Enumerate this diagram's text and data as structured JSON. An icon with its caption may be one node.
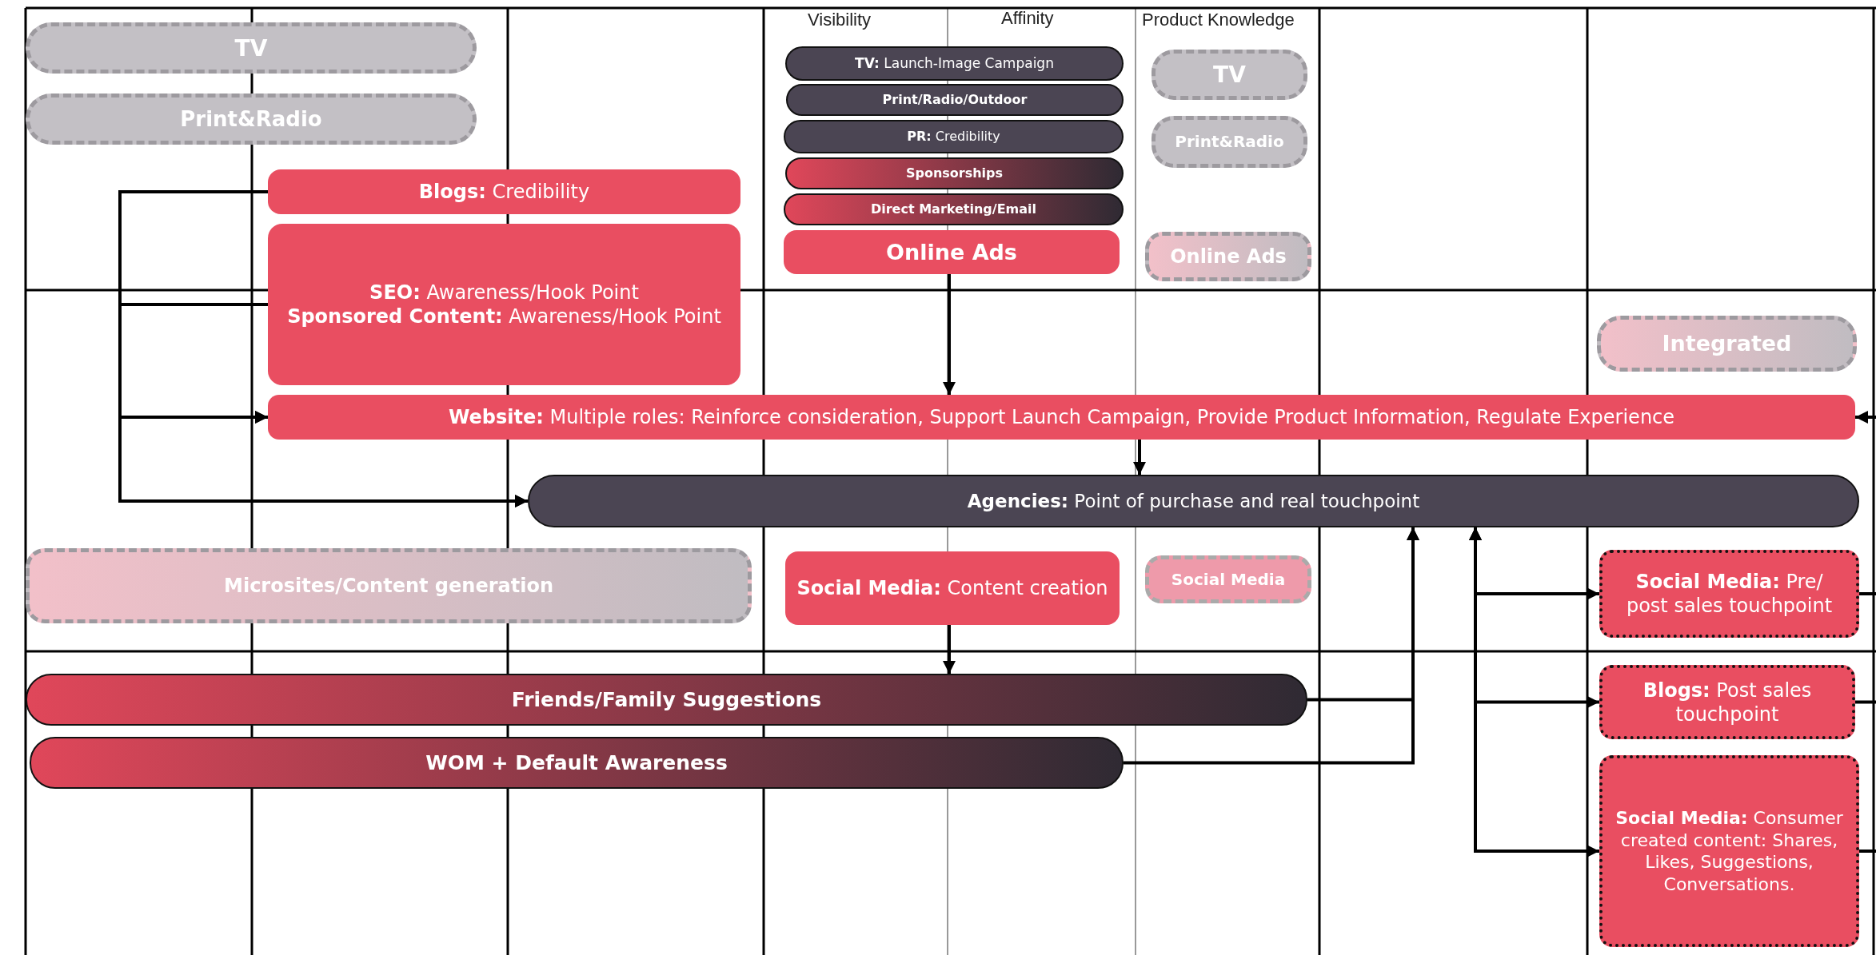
{
  "diagram": {
    "nodes": [
      {
        "text": [
          "TV"
        ]
      },
      {
        "text": [
          "**TV:** Launch-Image Campaign"
        ]
      },
      {
        "text": [
          "TV"
        ]
      },
      {
        "text": [
          "Print&Radio"
        ]
      },
      {
        "text": [
          "Print/Radio/Outdoor"
        ]
      },
      {
        "text": [
          "Print&Radio"
        ]
      },
      {
        "text": [
          "**PR:** Credibility"
        ]
      },
      {
        "text": [
          "**Blogs:** Credibility"
        ]
      },
      {
        "text": [
          "Sponsorships"
        ]
      },
      {
        "text": [
          "Direct Marketing/Email"
        ]
      },
      {
        "text": [
          "**SEO:** Awareness/Hook Point",
          "**Sponsored Content:** Awareness/Hook Point"
        ]
      },
      {
        "text": [
          "Online Ads"
        ]
      },
      {
        "text": [
          "Online Ads"
        ]
      },
      {
        "text": [
          "Integrated"
        ]
      },
      {
        "text": [
          "**Website:** Multiple roles: Reinforce consideration, Support Launch Campaign, Provide Product Information, Regulate Experience"
        ]
      },
      {
        "text": [
          "**Agencies:** Point of purchase and real touchpoint"
        ]
      },
      {
        "text": [
          "Microsites/Content generation"
        ]
      },
      {
        "text": [
          "**Social Media:** Content creation"
        ]
      },
      {
        "text": [
          "Social Media"
        ]
      },
      {
        "text": [
          "**Social Media:** Pre/ post sales touchpoint"
        ]
      },
      {
        "text": [
          "Friends/Family Suggestions"
        ]
      },
      {
        "text": [
          "**Blogs:** Post sales touchpoint"
        ]
      },
      {
        "text": [
          "WOM + Default Awareness"
        ]
      },
      {
        "text": [
          "**Social Media:** Consumer created content: Shares, Likes, Suggestions, Conversations."
        ]
      }
    ],
    "edges": [
      {
        "from": 7,
        "to": 14,
        "arrow": "to"
      },
      {
        "from": 7,
        "to": 15,
        "arrow": "to"
      },
      {
        "from": 10,
        "to": 14,
        "arrow": "to"
      },
      {
        "from": 10,
        "to": 15,
        "arrow": "to"
      },
      {
        "from": 11,
        "to": 14,
        "arrow": "to"
      },
      {
        "from": 14,
        "to": 15,
        "arrow": "to"
      },
      {
        "from": 17,
        "to": 20,
        "arrow": "to"
      },
      {
        "from": 20,
        "to": 15,
        "arrow": "to"
      },
      {
        "from": 22,
        "to": 15,
        "arrow": "to"
      },
      {
        "from": 15,
        "to": 19,
        "arrow": "both"
      },
      {
        "from": 15,
        "to": 21,
        "arrow": "both"
      },
      {
        "from": 15,
        "to": 23,
        "arrow": "both"
      },
      {
        "from": 19,
        "to": null,
        "arrow": "none"
      },
      {
        "from": 21,
        "to": null,
        "arrow": "none"
      },
      {
        "from": 23,
        "to": null,
        "arrow": "none"
      },
      {
        "from": null,
        "to": 14,
        "arrow": "to"
      }
    ],
    "labels": [
      "Visibility",
      "Affinity",
      "Product Knowledge"
    ]
  }
}
